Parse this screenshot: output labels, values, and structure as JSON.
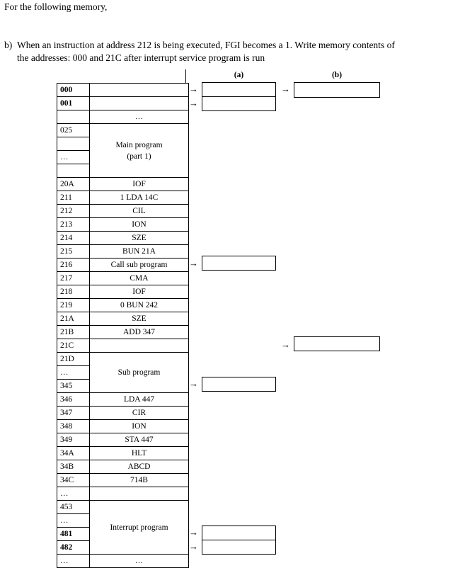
{
  "document": {
    "intro": "For the following memory,",
    "question": {
      "marker": "b)",
      "line1": "When an instruction at address 212 is being executed, FGI becomes a 1. Write memory contents of",
      "line2": "the addresses: 000  and 21C  after interrupt service program is run"
    }
  },
  "columns": {
    "a_label": "(a)",
    "b_label": "(b)"
  },
  "memory_table": {
    "rows": [
      {
        "addr": "000",
        "bold": true,
        "content": "",
        "kind": "plain"
      },
      {
        "addr": "001",
        "bold": true,
        "content": "",
        "kind": "plain"
      },
      {
        "addr": "",
        "bold": false,
        "content": "…",
        "kind": "plain"
      },
      {
        "addr": "025",
        "bold": false,
        "content": "",
        "kind": "span-start",
        "span": 4,
        "span_line1": "Main program",
        "span_line2": "(part 1)"
      },
      {
        "addr": "",
        "bold": false,
        "content": "",
        "kind": "span-cont"
      },
      {
        "addr": "…",
        "bold": false,
        "content": "",
        "kind": "span-cont"
      },
      {
        "addr": "",
        "bold": false,
        "content": "",
        "kind": "span-cont"
      },
      {
        "addr": "20A",
        "bold": false,
        "content": "IOF",
        "kind": "plain"
      },
      {
        "addr": "211",
        "bold": false,
        "content": "1 LDA 14C",
        "kind": "plain"
      },
      {
        "addr": "212",
        "bold": false,
        "content": "CIL",
        "kind": "plain"
      },
      {
        "addr": "213",
        "bold": false,
        "content": "ION",
        "kind": "plain"
      },
      {
        "addr": "214",
        "bold": false,
        "content": "SZE",
        "kind": "plain"
      },
      {
        "addr": "215",
        "bold": false,
        "content": "BUN 21A",
        "kind": "plain"
      },
      {
        "addr": "216",
        "bold": false,
        "content": "Call sub program",
        "kind": "plain"
      },
      {
        "addr": "217",
        "bold": false,
        "content": "CMA",
        "kind": "plain"
      },
      {
        "addr": "218",
        "bold": false,
        "content": "IOF",
        "kind": "plain"
      },
      {
        "addr": "219",
        "bold": false,
        "content": "0 BUN 242",
        "kind": "plain"
      },
      {
        "addr": "21A",
        "bold": false,
        "content": "SZE",
        "kind": "plain"
      },
      {
        "addr": "21B",
        "bold": false,
        "content": "ADD 347",
        "kind": "plain"
      },
      {
        "addr": "21C",
        "bold": false,
        "content": "",
        "kind": "plain"
      },
      {
        "addr": "21D",
        "bold": false,
        "content": "",
        "kind": "span-start",
        "span": 3,
        "span_line1": "Sub program",
        "span_line2": ""
      },
      {
        "addr": "…",
        "bold": false,
        "content": "",
        "kind": "span-cont"
      },
      {
        "addr": "345",
        "bold": false,
        "content": "",
        "kind": "span-cont"
      },
      {
        "addr": "346",
        "bold": false,
        "content": "LDA 447",
        "kind": "plain"
      },
      {
        "addr": "347",
        "bold": false,
        "content": "CIR",
        "kind": "plain"
      },
      {
        "addr": "348",
        "bold": false,
        "content": "ION",
        "kind": "plain"
      },
      {
        "addr": "349",
        "bold": false,
        "content": "STA 447",
        "kind": "plain"
      },
      {
        "addr": "34A",
        "bold": false,
        "content": "HLT",
        "kind": "plain"
      },
      {
        "addr": "34B",
        "bold": false,
        "content": "ABCD",
        "kind": "plain"
      },
      {
        "addr": "34C",
        "bold": false,
        "content": "714B",
        "kind": "plain"
      },
      {
        "addr": "…",
        "bold": false,
        "content": "",
        "kind": "plain"
      },
      {
        "addr": "453",
        "bold": false,
        "content": "",
        "kind": "span-start",
        "span": 4,
        "span_line1": "Interrupt program",
        "span_line2": ""
      },
      {
        "addr": "…",
        "bold": false,
        "content": "",
        "kind": "span-cont"
      },
      {
        "addr": "481",
        "bold": true,
        "content": "",
        "kind": "span-cont"
      },
      {
        "addr": "482",
        "bold": true,
        "content": "",
        "kind": "span-cont"
      },
      {
        "addr": "…",
        "bold": false,
        "content": "…",
        "kind": "plain"
      }
    ]
  },
  "answer_boxes": [
    {
      "name": "answer-box-a-000",
      "value": "",
      "column": "a"
    },
    {
      "name": "answer-box-a-001",
      "value": "",
      "column": "a"
    },
    {
      "name": "answer-box-b-top",
      "value": "",
      "column": "b"
    },
    {
      "name": "answer-box-a-216",
      "value": "",
      "column": "a"
    },
    {
      "name": "answer-box-b-21c",
      "value": "",
      "column": "b"
    },
    {
      "name": "answer-box-a-345",
      "value": "",
      "column": "a"
    },
    {
      "name": "answer-box-a-481",
      "value": "",
      "column": "a"
    },
    {
      "name": "answer-box-a-482",
      "value": "",
      "column": "a"
    }
  ],
  "arrows": {
    "glyph": "→"
  }
}
